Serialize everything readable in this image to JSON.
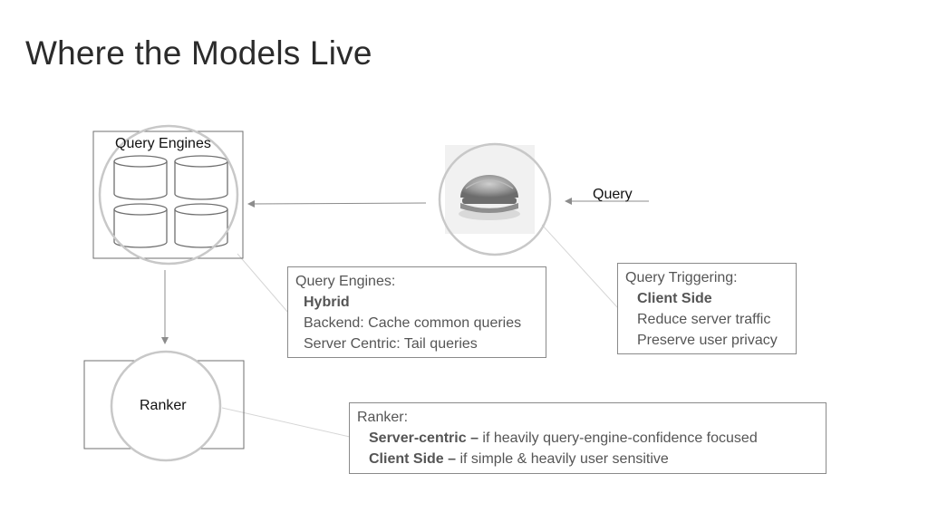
{
  "title": "Where the Models Live",
  "diagram": {
    "query_engines_label": "Query Engines",
    "query_label": "Query",
    "ranker_label": "Ranker"
  },
  "notes": {
    "query_engines": {
      "heading": "Query Engines:",
      "line1": "Hybrid",
      "line2": "Backend: Cache common queries",
      "line3": "Server Centric: Tail queries"
    },
    "query_triggering": {
      "heading": "Query Triggering:",
      "line1": "Client Side",
      "line2": "Reduce server traffic",
      "line3": "Preserve user privacy"
    },
    "ranker": {
      "heading": "Ranker:",
      "line1_bold": "Server-centric –",
      "line1_rest": " if heavily query-engine-confidence focused",
      "line2_bold": "Client Side –",
      "line2_rest": " if simple & heavily user sensitive"
    }
  },
  "colors": {
    "box_stroke": "#6f6f6f",
    "circle_stroke": "#c8c8c8",
    "arrow": "#8c8c8c",
    "connector": "#d6d6d6"
  }
}
